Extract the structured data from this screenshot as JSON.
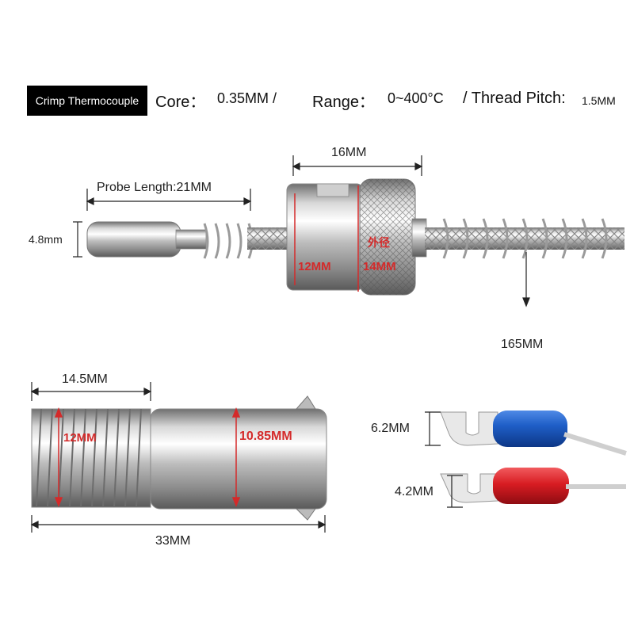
{
  "header": {
    "badge": "Crimp Thermocouple",
    "core_label": "Core：",
    "core_value": "0.35MM /",
    "range_label": "Range：",
    "range_value": "0~400°C",
    "thread_label": "/ Thread Pitch:",
    "thread_value": "1.5MM"
  },
  "probe": {
    "top_width": "16MM",
    "probe_length": "Probe Length:21MM",
    "diameter": "4.8mm",
    "inner_dia": "12MM",
    "outer_text": "外径",
    "outer_dia": "14MM",
    "cable_length": "165MM"
  },
  "connector": {
    "thread_length": "14.5MM",
    "thread_dia": "12MM",
    "body_dia": "10.85MM",
    "total_length": "33MM"
  },
  "terminals": {
    "blue_width": "6.2MM",
    "red_width": "4.2MM",
    "colors": {
      "blue": "#1f5fc8",
      "red": "#d81c22"
    }
  }
}
